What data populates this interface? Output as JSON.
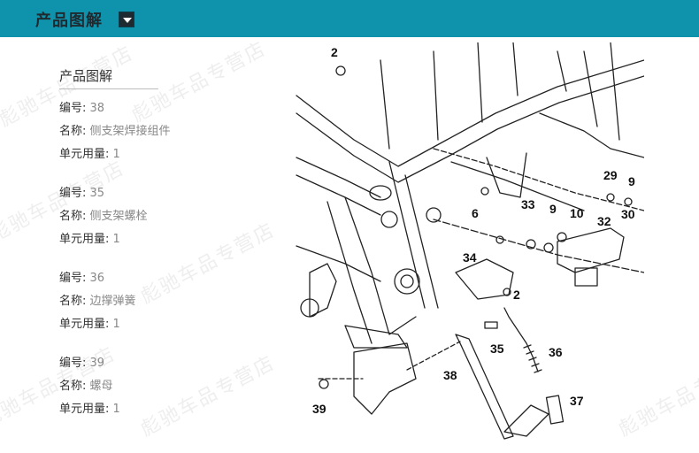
{
  "header": {
    "title": "产品图解"
  },
  "section": {
    "title": "产品图解"
  },
  "labels": {
    "number": "编号:",
    "name": "名称:",
    "qty": "单元用量:"
  },
  "parts": [
    {
      "number": "38",
      "name": "侧支架焊接组件",
      "qty": "1"
    },
    {
      "number": "35",
      "name": "侧支架螺栓",
      "qty": "1"
    },
    {
      "number": "36",
      "name": "边撑弹簧",
      "qty": "1"
    },
    {
      "number": "39",
      "name": "螺母",
      "qty": "1"
    }
  ],
  "watermark": "彪驰车品专营店",
  "diagram": {
    "callouts": [
      "2",
      "6",
      "29",
      "9",
      "33",
      "9",
      "10",
      "32",
      "30",
      "34",
      "2",
      "35",
      "36",
      "38",
      "37",
      "39"
    ]
  }
}
